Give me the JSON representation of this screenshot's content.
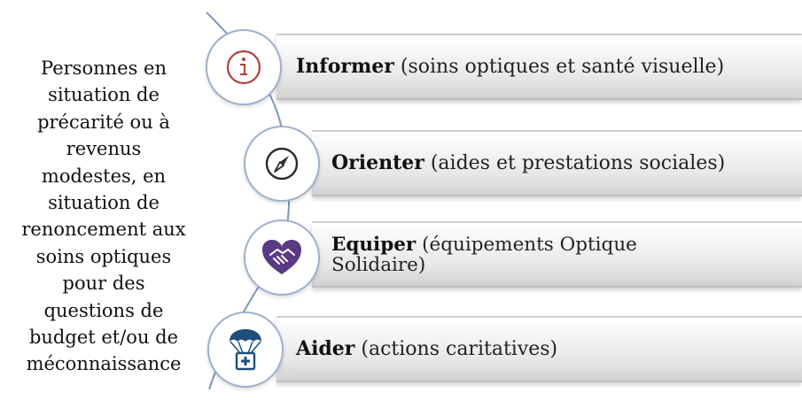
{
  "side_text": [
    "Personnes en",
    "situation de",
    "précarité ou à",
    "revenus",
    "modestes, en",
    "situation de",
    "renoncement aux",
    "soins optiques",
    "pour des",
    "questions de",
    "budget et/ou de",
    "méconnaissance"
  ],
  "items": [
    {
      "title": "Informer",
      "desc": " (soins optiques et santé visuelle)",
      "icon": "info-icon",
      "color": "#b0403c"
    },
    {
      "title": "Orienter",
      "desc": " (aides et prestations sociales)",
      "icon": "compass-icon",
      "color": "#2b2b2b"
    },
    {
      "title": "Equiper",
      "desc": " (équipements Optique",
      "desc2": "Solidaire)",
      "icon": "handshake-heart-icon",
      "color": "#5b3a84"
    },
    {
      "title": "Aider",
      "desc": " (actions caritatives)",
      "icon": "parachute-aid-box-icon",
      "color": "#1f4e7a"
    }
  ]
}
